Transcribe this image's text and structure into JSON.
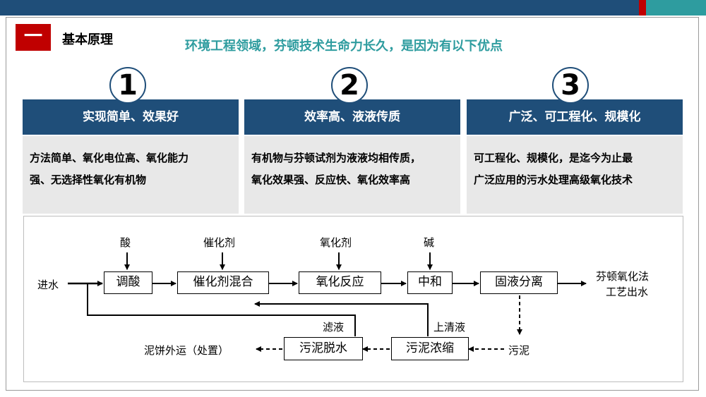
{
  "header": {
    "section_number": "一",
    "section_title": "基本原理",
    "tagline": "环境工程领域，芬顿技术生命力长久，是因为有以下优点"
  },
  "advantages": [
    {
      "number": "1",
      "title": "实现简单、效果好",
      "line1": "方法简单、氧化电位高、氧化能力",
      "line2": "强、无选择性氧化有机物"
    },
    {
      "number": "2",
      "title": "效率高、液液传质",
      "line1": "有机物与芬顿试剂为液液均相传质，",
      "line2": "氧化效果强、反应快、氧化效率高"
    },
    {
      "number": "3",
      "title": "广泛、可工程化、规模化",
      "line1": "可工程化、规模化，是迄今为止最",
      "line2": "广泛应用的污水处理高级氧化技术"
    }
  ],
  "flow": {
    "inlet": "进水",
    "steps": {
      "acid_adjust": "调酸",
      "catalyst_mix": "催化剂混合",
      "oxidation": "氧化反应",
      "neutralize": "中和",
      "separation": "固液分离",
      "sludge_thicken": "污泥浓缩",
      "sludge_dewater": "污泥脱水"
    },
    "reagents": {
      "acid": "酸",
      "catalyst": "催化剂",
      "oxidant": "氧化剂",
      "alkali": "碱"
    },
    "outlet_line1": "芬顿氧化法",
    "outlet_line2": "工艺出水",
    "sludge": "污泥",
    "supernatant": "上清液",
    "filtrate": "滤液",
    "cake_out": "泥饼外运（处置）"
  }
}
